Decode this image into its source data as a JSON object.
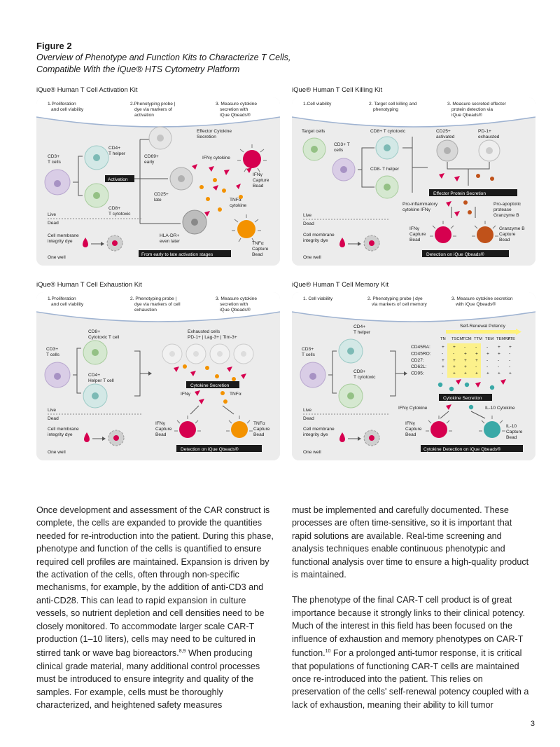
{
  "figure": {
    "label": "Figure 2",
    "title_line1": "Overview of Phenotype and Function Kits to Characterize T Cells,",
    "title_line2": "Compatible With the iQue® HTS Cytometry Platform"
  },
  "activation": {
    "kit_title": "iQue® Human T Cell Activation Kit",
    "steps": [
      "1.Proliferation",
      "and cell viability",
      "2.Phenotyping probe |",
      "dye via markers of",
      "activation",
      "3. Measure cytokine",
      "secretion with",
      "iQue Qbeads®"
    ],
    "cd3": [
      "CD3+",
      "T cells"
    ],
    "cd4": [
      "CD4+",
      "T helper"
    ],
    "cd8": [
      "CD8+",
      "T cytotoxic"
    ],
    "activation_label": "Activation",
    "cd69": [
      "CD69+",
      "early"
    ],
    "cd25": [
      "CD25+",
      "late"
    ],
    "hla": [
      "HLA-DR+",
      "even later"
    ],
    "effector": [
      "Effector Cytokine",
      "Secretion"
    ],
    "ifn_cytokine": "IFNγ cytokine",
    "tnf_cytokine": [
      "TNFα",
      "cytokine"
    ],
    "ifn_bead": [
      "IFNγ",
      "Capture",
      "Bead"
    ],
    "tnf_bead": [
      "TNFα",
      "Capture",
      "Bead"
    ],
    "live": "Live",
    "dead": "Dead",
    "membrane": [
      "Cell membrane",
      "integrity dye"
    ],
    "stages_banner": "From early to late activation stages",
    "one_well": "One well"
  },
  "killing": {
    "kit_title": "iQue® Human T Cell Killing Kit",
    "steps": [
      "1.Cell viability",
      "2. Target cell killing and",
      "phenotyping",
      "3. Measure secreted effector",
      "protein detection via",
      "iQue Qbeads®"
    ],
    "target": "Target cells",
    "cd3": [
      "CD3+ T",
      "cells"
    ],
    "cd8": "CD8+ T cytotoxic",
    "cd8_helper": "CD8- T helper",
    "cd25": [
      "CD25+",
      "activated"
    ],
    "pd1": [
      "PD-1+",
      "exhausted"
    ],
    "banner": "Effector Protein Secretion",
    "proinflam": [
      "Pro-inflammatory",
      "cytokine IFNγ"
    ],
    "proapop": [
      "Pro-apoptotic",
      "protease",
      "Granzyme B"
    ],
    "ifn_bead": [
      "IFNγ",
      "Capture",
      "Bead"
    ],
    "gz_bead": [
      "Granzyme B",
      "Capture",
      "Bead"
    ],
    "live": "Live",
    "dead": "Dead",
    "membrane": [
      "Cell membrane",
      "integrity dye"
    ],
    "detection": "Detection on iQue Qbeads®",
    "one_well": "One well"
  },
  "exhaustion": {
    "kit_title": "iQue® Human T Cell Exhaustion Kit",
    "steps": [
      "1.Proliferation",
      "and cell viability",
      "2. Phenotyping probe |",
      "dye via markers of cell",
      "exhaustion",
      "3. Measure cytokine",
      "secretion with",
      "iQue Qbeads®"
    ],
    "cd3": [
      "CD3+",
      "T cells"
    ],
    "cd8": [
      "CD8+",
      "Cytotoxic T cell"
    ],
    "cd4": [
      "CD4+",
      "Helper T cell"
    ],
    "exhausted": [
      "Exhausted cells",
      "PD-1+ | Lag-3+ | Tim-3+"
    ],
    "banner": "Cytokine Secretion",
    "ifn": "IFNγ",
    "tnf": "TNFα",
    "ifn_bead": [
      "IFNγ",
      "Capture",
      "Bead"
    ],
    "tnf_bead": [
      "TNFα",
      "Capture",
      "Bead"
    ],
    "live": "Live",
    "dead": "Dead",
    "membrane": [
      "Cell membrane",
      "integrity dye"
    ],
    "detection": "Detection on iQue Qbeads®",
    "one_well": "One well"
  },
  "memory": {
    "kit_title": "iQue® Human T Cell Memory Kit",
    "steps": [
      "1. Cell viability",
      "2. Phenotyping probe | dye",
      "via markers of cell memory",
      "3. Measure cytokine secretion",
      "with iQue Qbeads®"
    ],
    "cd3": [
      "CD3+",
      "T cells"
    ],
    "cd4": [
      "CD4+",
      "T helper"
    ],
    "cd8": [
      "CD8+",
      "T cytotoxic"
    ],
    "potency": "Self-Renewal Potency",
    "columns": [
      "TN",
      "TSCM",
      "TCM",
      "TTM",
      "TEM",
      "TEMRA",
      "TTE"
    ],
    "rows": [
      {
        "marker": "CD45RA:",
        "vals": [
          "+",
          "+",
          "-",
          "-",
          "-",
          "+",
          "+"
        ]
      },
      {
        "marker": "CD45RO:",
        "vals": [
          "-",
          "-",
          "+",
          "+",
          "+",
          "+",
          "-"
        ]
      },
      {
        "marker": "CD27:",
        "vals": [
          "+",
          "+",
          "+",
          "+",
          "-",
          "-",
          "-"
        ]
      },
      {
        "marker": "CD62L:",
        "vals": [
          "+",
          "+",
          "+",
          "-",
          "-",
          "-",
          "-"
        ]
      },
      {
        "marker": "CD95:",
        "vals": [
          "-",
          "+",
          "+",
          "+",
          "+",
          "+",
          "+"
        ]
      }
    ],
    "banner": "Cytokine Secretion",
    "ifn": "IFNγ Cytokine",
    "il10": "IL-10 Cytokine",
    "ifn_bead": [
      "IFNγ",
      "Capture",
      "Bead"
    ],
    "il10_bead": [
      "IL-10",
      "Capture",
      "Bead"
    ],
    "live": "Live",
    "dead": "Dead",
    "membrane": [
      "Cell membrane",
      "integrity dye"
    ],
    "detection": "Cytokine Detection on iQue Qbeads®",
    "one_well": "One well"
  },
  "colors": {
    "panel_bg": "#ececec",
    "magenta": "#d6004f",
    "orange": "#f39200",
    "teal": "#3aa9a7",
    "rust": "#c0521a",
    "purple_cell": "#d9cde6",
    "green_cell": "#d5e8d0",
    "teal_cell": "#d3e8e6",
    "grey_cell": "#d8d8d8",
    "yellow_band": "#fff27a"
  },
  "body": {
    "left": [
      "Once development and assessment of the CAR construct is complete, the cells are expanded to provide the quantities needed for re-introduction into the patient. During this phase, phenotype and function of the cells is quantified to ensure required cell profiles are maintained. Expansion is driven by the activation of the cells, often through non-specific mechanisms, for example, by the addition of anti-CD3 and anti-CD28. This can lead to rapid expansion in culture vessels, so nutrient depletion and cell densities need to be closely monitored. To accommodate larger scale CAR-T production (1–10 liters), cells may need to be cultured in stirred tank or wave bag bioreactors.",
      "When producing clinical grade material, many additional control processes must be introduced to ensure integrity and quality of the samples. For example, cells must be thoroughly characterized, and heightened safety measures"
    ],
    "left_ref": "8,9",
    "right_p1": "must be implemented and carefully documented. These processes are often time-sensitive, so it is important that rapid solutions are available. Real-time screening and analysis techniques enable continuous phenotypic and functional analysis over time to ensure a high-quality product is maintained.",
    "right_p2a": "The phenotype of the final CAR-T cell product is of great importance because it strongly links to their clinical potency. Much of the interest in this field has been focused on the influence of exhaustion and memory phenotypes on CAR-T function.",
    "right_ref": "10",
    "right_p2b": " For a prolonged anti-tumor response, it is critical that populations of functioning CAR-T cells are maintained once re-introduced into the patient. This relies on preservation of the cells' self-renewal potency coupled with a lack of exhaustion, meaning their ability to kill tumor",
    "page_number": "3"
  }
}
